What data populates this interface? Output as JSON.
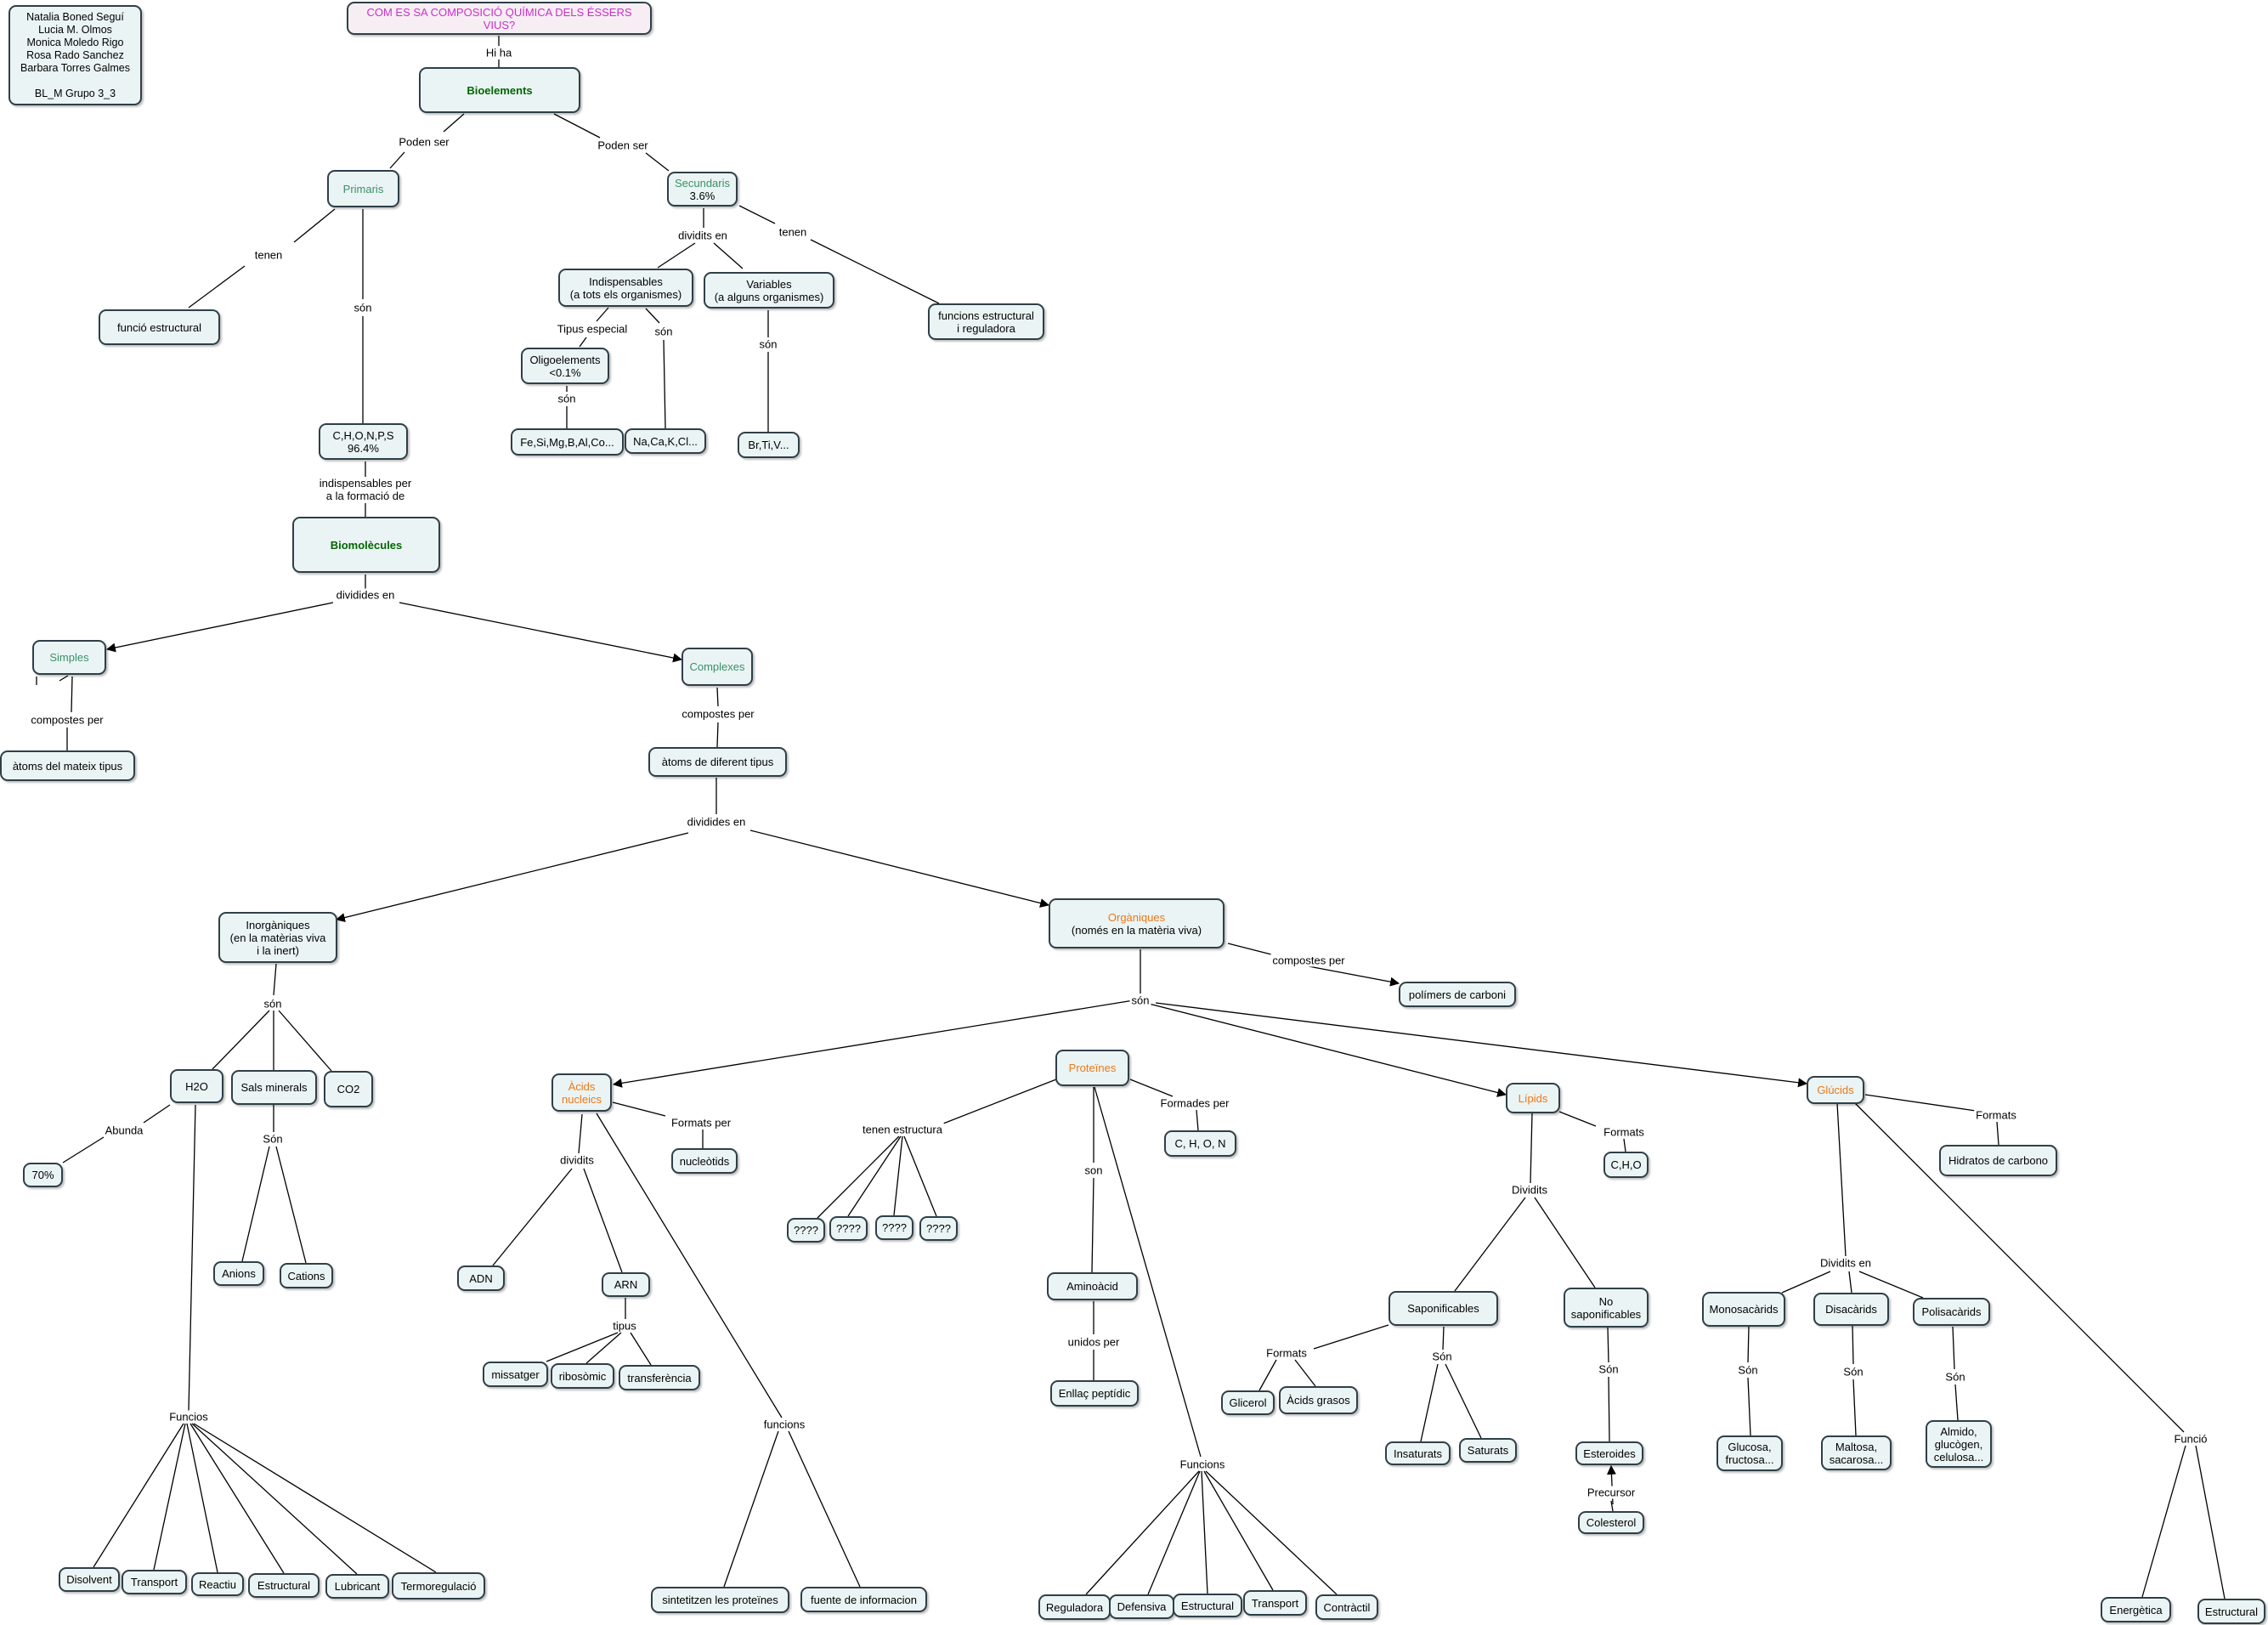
{
  "nodes": [
    {
      "id": "authors",
      "text": "Natalia Boned Seguí\nLucia M. Olmos\nMonica Moledo Rigo\nRosa Rado Sanchez\nBarbara Torres Galmes\n\nBL_M Grupo 3_3"
    },
    {
      "id": "title",
      "text": "COM ES SA COMPOSICIÓ QUÍMICA DELS ÉSSERS VIUS?"
    },
    {
      "id": "bioelements",
      "text": "Bioelements"
    },
    {
      "id": "primaris",
      "text": "Primaris"
    },
    {
      "id": "secundaris",
      "text": "Secundaris",
      "text2": "3.6%"
    },
    {
      "id": "funcio_estructural",
      "text": "funció estructural"
    },
    {
      "id": "indispensables",
      "text": "Indispensables\n(a tots els organismes)"
    },
    {
      "id": "variables",
      "text": "Variables\n(a alguns organismes)"
    },
    {
      "id": "funcions_estr_reg",
      "text": "funcions estructural\ni reguladora"
    },
    {
      "id": "oligoelements",
      "text": "Oligoelements\n<0.1%"
    },
    {
      "id": "fe_si",
      "text": "Fe,Si,Mg,B,Al,Co..."
    },
    {
      "id": "na_ca",
      "text": "Na,Ca,K,Cl..."
    },
    {
      "id": "br_ti",
      "text": "Br,Ti,V..."
    },
    {
      "id": "chonps",
      "text": "C,H,O,N,P,S\n96.4%"
    },
    {
      "id": "biomolecules",
      "text": "Biomolècules"
    },
    {
      "id": "simples",
      "text": "Simples"
    },
    {
      "id": "complexes",
      "text": "Complexes"
    },
    {
      "id": "atoms_mateix",
      "text": "àtoms del mateix tipus"
    },
    {
      "id": "atoms_diferent",
      "text": "àtoms de diferent tipus"
    },
    {
      "id": "inorganiques",
      "text": "Inorgàniques\n(en la matèrias viva\ni la inert)"
    },
    {
      "id": "organiques",
      "text": "Orgàniques",
      "text2": "(només en la matèria viva)"
    },
    {
      "id": "polimers",
      "text": "polímers de carboni"
    },
    {
      "id": "h2o",
      "text": "H2O"
    },
    {
      "id": "sals",
      "text": "Sals minerals"
    },
    {
      "id": "co2",
      "text": "CO2"
    },
    {
      "id": "p70",
      "text": "70%"
    },
    {
      "id": "anions",
      "text": "Anions"
    },
    {
      "id": "cations",
      "text": "Cations"
    },
    {
      "id": "acids_nucleics",
      "text": "Àcids\nnucleics"
    },
    {
      "id": "proteines",
      "text": "Proteïnes"
    },
    {
      "id": "lipids",
      "text": "Lípids"
    },
    {
      "id": "glucids",
      "text": "Glúcids"
    },
    {
      "id": "nucleotids",
      "text": "nucleòtids"
    },
    {
      "id": "adn",
      "text": "ADN"
    },
    {
      "id": "arn",
      "text": "ARN"
    },
    {
      "id": "missatger",
      "text": "missatger"
    },
    {
      "id": "ribosomic",
      "text": "ribosòmic"
    },
    {
      "id": "transferencia",
      "text": "transferència"
    },
    {
      "id": "sintetitzen",
      "text": "sintetitzen les proteïnes"
    },
    {
      "id": "fuente",
      "text": "fuente de informacion"
    },
    {
      "id": "q1",
      "text": "????"
    },
    {
      "id": "q2",
      "text": "????"
    },
    {
      "id": "q3",
      "text": "????"
    },
    {
      "id": "q4",
      "text": "????"
    },
    {
      "id": "chon",
      "text": "C, H, O, N"
    },
    {
      "id": "aminoacid",
      "text": "Aminoàcid"
    },
    {
      "id": "enllac",
      "text": "Enllaç peptídic"
    },
    {
      "id": "reguladora",
      "text": "Reguladora"
    },
    {
      "id": "defensiva",
      "text": "Defensiva"
    },
    {
      "id": "estructural_p",
      "text": "Estructural"
    },
    {
      "id": "transport_p",
      "text": "Transport"
    },
    {
      "id": "contractil",
      "text": "Contràctil"
    },
    {
      "id": "cho_l",
      "text": "C,H,O"
    },
    {
      "id": "saponificables",
      "text": "Saponificables"
    },
    {
      "id": "no_saponificables",
      "text": "No\nsaponificables"
    },
    {
      "id": "glicerol",
      "text": "Glicerol"
    },
    {
      "id": "acids_grasos",
      "text": "Àcids grasos"
    },
    {
      "id": "insaturats",
      "text": "Insaturats"
    },
    {
      "id": "saturats",
      "text": "Saturats"
    },
    {
      "id": "esteroides",
      "text": "Esteroides"
    },
    {
      "id": "colesterol",
      "text": "Colesterol"
    },
    {
      "id": "hidrats",
      "text": "Hidratos de carbono"
    },
    {
      "id": "monosacarids",
      "text": "Monosacàrids"
    },
    {
      "id": "disacarids",
      "text": "Disacàrids"
    },
    {
      "id": "polisacarids",
      "text": "Polisacàrids"
    },
    {
      "id": "glucosa",
      "text": "Glucosa,\nfructosa..."
    },
    {
      "id": "maltosa",
      "text": "Maltosa,\nsacarosa..."
    },
    {
      "id": "almido",
      "text": "Almido,\nglucògen,\ncelulosa..."
    },
    {
      "id": "energetica",
      "text": "Energètica"
    },
    {
      "id": "estructural_g",
      "text": "Estructural"
    },
    {
      "id": "disolvent",
      "text": "Disolvent"
    },
    {
      "id": "transport_w",
      "text": "Transport"
    },
    {
      "id": "reactiu",
      "text": "Reactiu"
    },
    {
      "id": "estructural_w",
      "text": "Estructural"
    },
    {
      "id": "lubricant",
      "text": "Lubricant"
    },
    {
      "id": "termoregulacio",
      "text": "Termoregulació"
    }
  ],
  "labels": [
    {
      "id": "l_hi_ha",
      "text": "Hi ha"
    },
    {
      "id": "l_poden1",
      "text": "Poden ser"
    },
    {
      "id": "l_poden2",
      "text": "Poden ser"
    },
    {
      "id": "l_tenen1",
      "text": "tenen"
    },
    {
      "id": "l_son_prim",
      "text": "són"
    },
    {
      "id": "l_dividits",
      "text": "dividits en"
    },
    {
      "id": "l_tenen2",
      "text": "tenen"
    },
    {
      "id": "l_tipus_esp",
      "text": "Tipus especial"
    },
    {
      "id": "l_son_ind",
      "text": "són"
    },
    {
      "id": "l_son_olig",
      "text": "són"
    },
    {
      "id": "l_son_var",
      "text": "són"
    },
    {
      "id": "l_indisp",
      "text": "indispensables per\na la formació de"
    },
    {
      "id": "l_dividides1",
      "text": "dividides en"
    },
    {
      "id": "l_compostes1",
      "text": "compostes per"
    },
    {
      "id": "l_compostes2",
      "text": "compostes per"
    },
    {
      "id": "l_dividides2",
      "text": "dividides en"
    },
    {
      "id": "l_son_inorg",
      "text": "són"
    },
    {
      "id": "l_compostes3",
      "text": "compostes per"
    },
    {
      "id": "l_son_org",
      "text": "són"
    },
    {
      "id": "l_abunda",
      "text": "Abunda"
    },
    {
      "id": "l_son_sals",
      "text": "Són"
    },
    {
      "id": "l_funcios",
      "text": "Funcios"
    },
    {
      "id": "l_formats_ac",
      "text": "Formats per"
    },
    {
      "id": "l_dividits_ac",
      "text": "dividits"
    },
    {
      "id": "l_tipus",
      "text": "tipus"
    },
    {
      "id": "l_funcions_ac",
      "text": "funcions"
    },
    {
      "id": "l_tenen_estr",
      "text": "tenen estructura"
    },
    {
      "id": "l_formades",
      "text": "Formades per"
    },
    {
      "id": "l_son_prot",
      "text": "son"
    },
    {
      "id": "l_units",
      "text": "unidos per"
    },
    {
      "id": "l_funcions_p",
      "text": "Funcions"
    },
    {
      "id": "l_formats_l",
      "text": "Formats"
    },
    {
      "id": "l_dividits_l",
      "text": "Dividits"
    },
    {
      "id": "l_formats_sap",
      "text": "Formats"
    },
    {
      "id": "l_son_sap",
      "text": "Són"
    },
    {
      "id": "l_son_nosap",
      "text": "Són"
    },
    {
      "id": "l_precursor",
      "text": "Precursor"
    },
    {
      "id": "l_formats_g",
      "text": "Formats"
    },
    {
      "id": "l_dividits_g",
      "text": "Dividits en"
    },
    {
      "id": "l_son_mono",
      "text": "Són"
    },
    {
      "id": "l_son_di",
      "text": "Són"
    },
    {
      "id": "l_son_poli",
      "text": "Són"
    },
    {
      "id": "l_funcio",
      "text": "Funció"
    }
  ],
  "colors": {
    "node_fill": "#ebf4f4",
    "node_border": "#2f3f48",
    "title_text": "#cc2fcc",
    "root_text": "#006600",
    "category_teal": "#3a9067",
    "category_orange": "#ee7717",
    "line": "#000000"
  }
}
